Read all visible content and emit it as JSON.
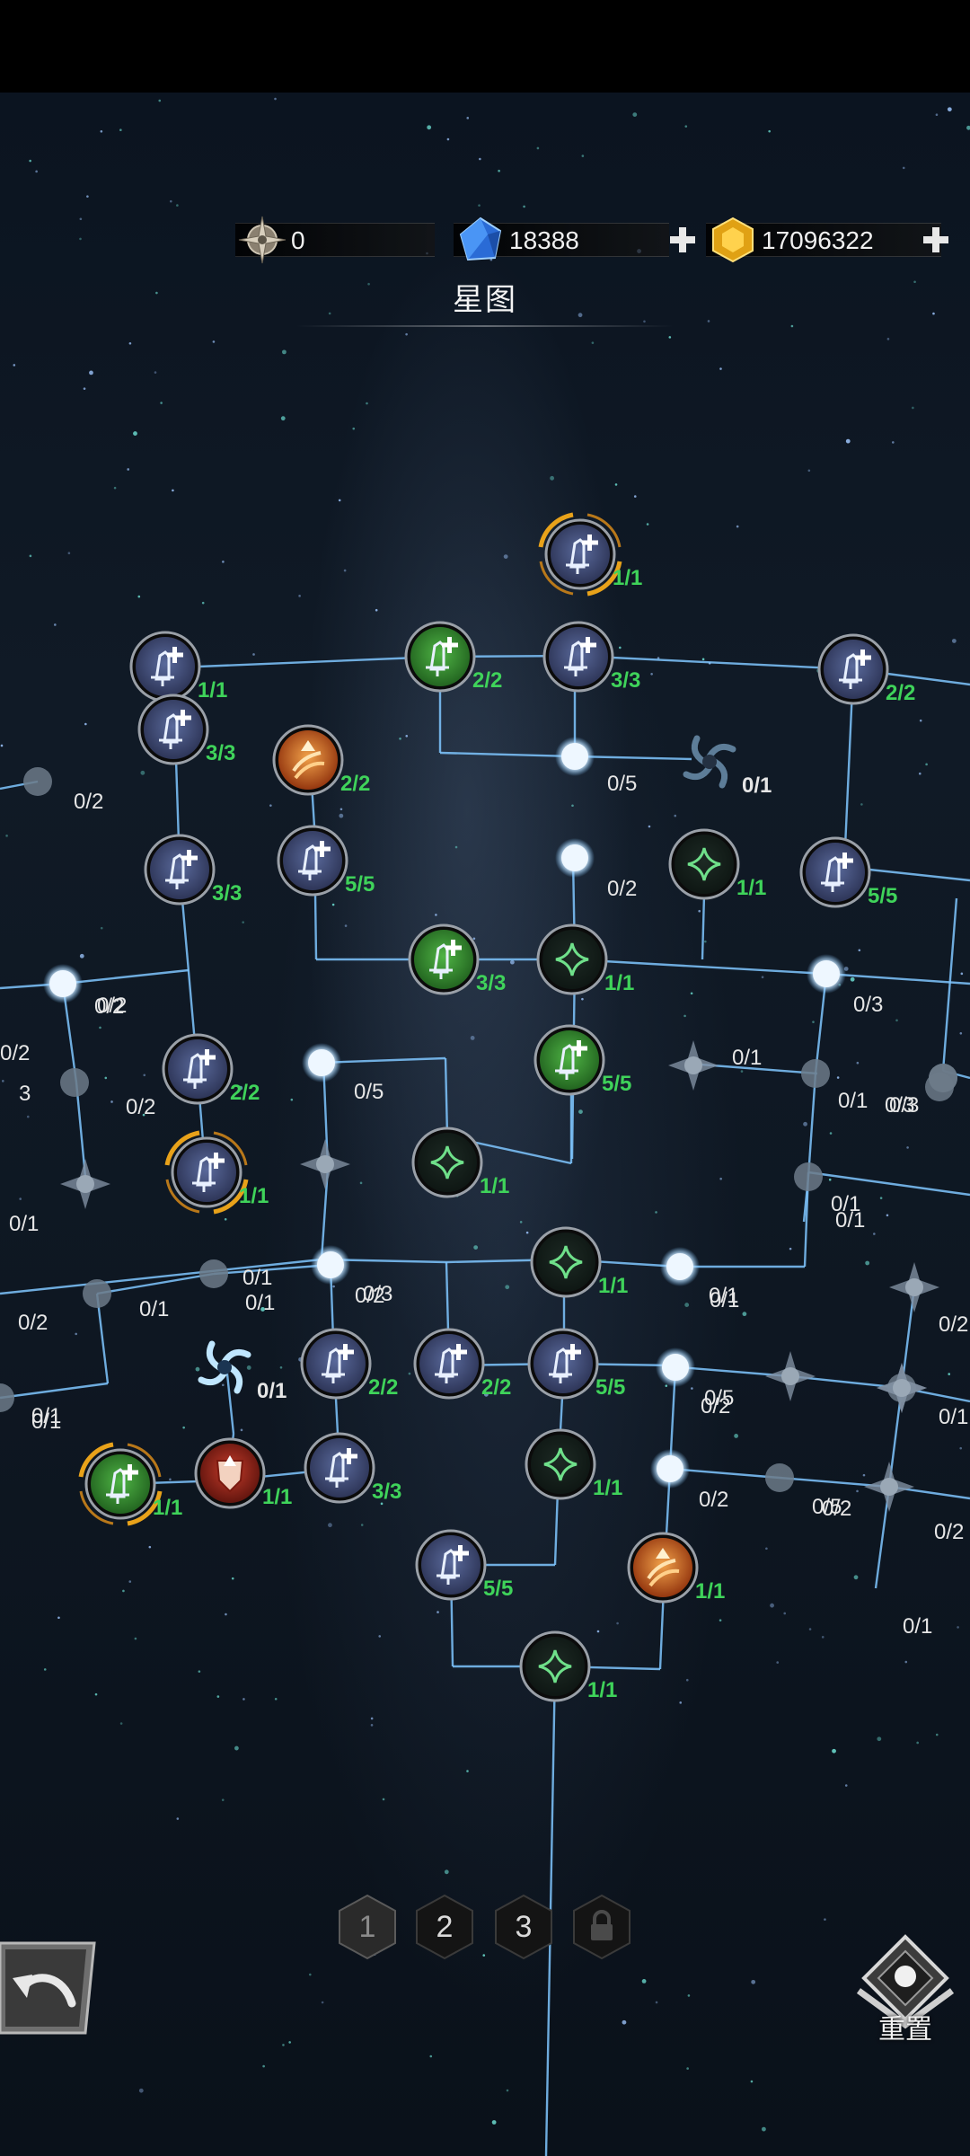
{
  "header": {
    "title": "星图",
    "resources": [
      {
        "name": "star-point-icon",
        "value": "0"
      },
      {
        "name": "blue-gem-icon",
        "value": "18388"
      },
      {
        "name": "gold-gem-icon",
        "value": "17096322"
      }
    ]
  },
  "pages": [
    "1",
    "2",
    "3"
  ],
  "reset_label": "重置",
  "colors": {
    "line": "#7fc6ff",
    "active_count": "#3fd35a",
    "inactive_count": "#e6e6e6"
  },
  "nodes": [
    {
      "type": "sword_plus",
      "style": "gold",
      "count": "1/1"
    },
    {
      "type": "sword_plus",
      "style": "blue",
      "count": "1/1"
    },
    {
      "type": "sword_plus",
      "style": "green",
      "count": "2/2"
    },
    {
      "type": "sword_plus",
      "style": "blue",
      "count": "3/3"
    },
    {
      "type": "sword_plus",
      "style": "blue",
      "count": "2/2"
    },
    {
      "type": "sword_plus",
      "style": "blue",
      "count": "3/3"
    },
    {
      "type": "fire",
      "style": "orange",
      "count": "2/2"
    },
    {
      "type": "vortex",
      "style": "dim",
      "count": "0/1"
    },
    {
      "type": "sword_plus",
      "style": "blue",
      "count": "3/3"
    },
    {
      "type": "sword_plus",
      "style": "blue",
      "count": "5/5"
    },
    {
      "type": "star",
      "style": "dark",
      "count": "1/1"
    },
    {
      "type": "sword_plus",
      "style": "blue",
      "count": "5/5"
    },
    {
      "type": "sword_plus",
      "style": "green",
      "count": "3/3"
    },
    {
      "type": "star",
      "style": "dark",
      "count": "1/1"
    },
    {
      "type": "sword_plus",
      "style": "blue",
      "count": "2/2"
    },
    {
      "type": "sword_plus",
      "style": "green",
      "count": "5/5"
    },
    {
      "type": "sword_plus",
      "style": "gold",
      "count": "1/1"
    },
    {
      "type": "star",
      "style": "dark",
      "count": "1/1"
    },
    {
      "type": "star",
      "style": "dark",
      "count": "1/1"
    },
    {
      "type": "sword_plus",
      "style": "blue",
      "count": "2/2"
    },
    {
      "type": "sword_plus",
      "style": "blue",
      "count": "2/2"
    },
    {
      "type": "sword_plus",
      "style": "blue",
      "count": "5/5"
    },
    {
      "type": "vortex",
      "style": "bright",
      "count": "0/1"
    },
    {
      "type": "sword_plus",
      "style": "green-gold",
      "count": "1/1"
    },
    {
      "type": "shield",
      "style": "red",
      "count": "1/1"
    },
    {
      "type": "sword_plus",
      "style": "blue",
      "count": "3/3"
    },
    {
      "type": "star",
      "style": "dark",
      "count": "1/1"
    },
    {
      "type": "sword_plus",
      "style": "blue",
      "count": "5/5"
    },
    {
      "type": "fire",
      "style": "orange",
      "count": "1/1"
    },
    {
      "type": "star",
      "style": "dark",
      "count": "1/1"
    }
  ],
  "dots": [
    {
      "count": "0/2"
    },
    {
      "count": "0/5"
    },
    {
      "count": "0/2"
    },
    {
      "count": "0/3"
    },
    {
      "count": "0/2"
    },
    {
      "count": "0/3"
    },
    {
      "count": "0/5"
    },
    {
      "count": "0/1"
    },
    {
      "count": "0/3"
    },
    {
      "count": "0/1"
    },
    {
      "count": "0/2"
    },
    {
      "count": "0/3"
    },
    {
      "count": "0/2"
    },
    {
      "count": "0/5"
    },
    {
      "count": "0/2"
    },
    {
      "count": "0/2"
    },
    {
      "count": "0/1"
    },
    {
      "count": "0/1"
    },
    {
      "count": "0/1"
    },
    {
      "count": "0/1"
    },
    {
      "count": "0/5"
    },
    {
      "count": "0/1"
    },
    {
      "count": "0/1"
    },
    {
      "count": "0/2"
    },
    {
      "count": "0/5"
    },
    {
      "count": "0/2"
    },
    {
      "count": "0/1"
    },
    {
      "count": "0/1"
    },
    {
      "count": "0/1"
    },
    {
      "count": "0/2"
    },
    {
      "count": "3"
    },
    {
      "count": "0/1"
    }
  ]
}
